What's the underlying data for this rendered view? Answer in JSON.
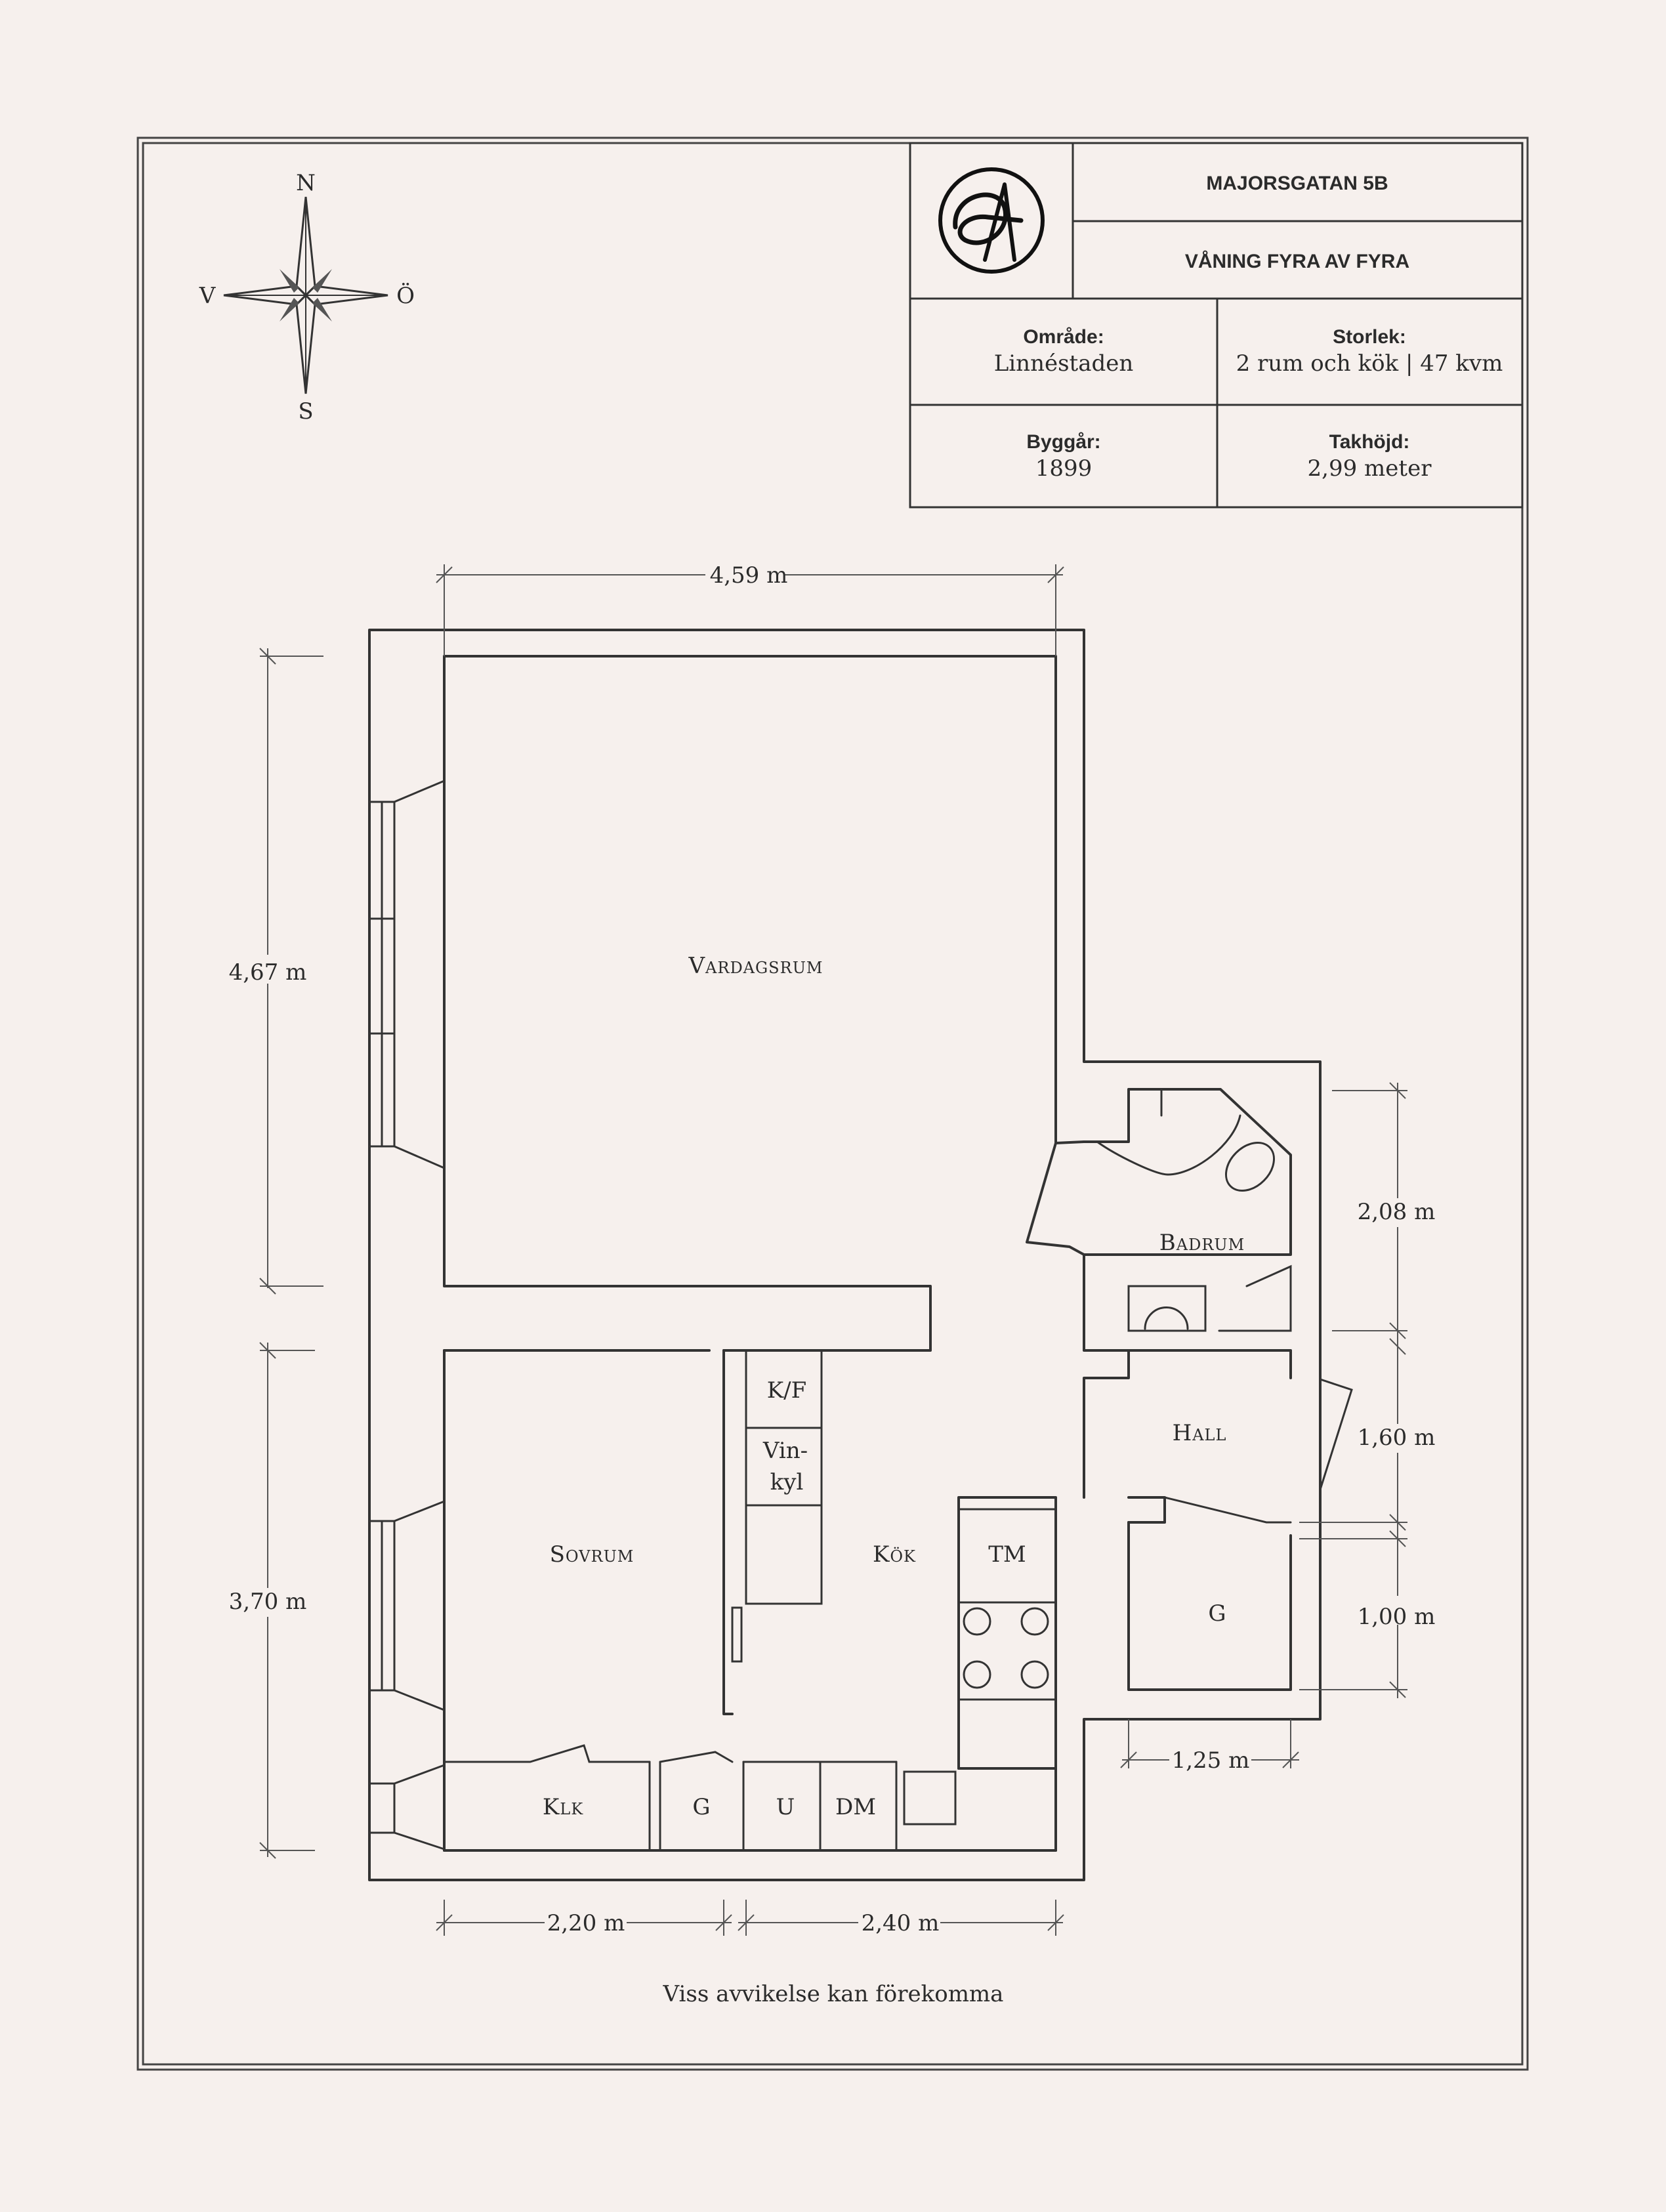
{
  "title_block": {
    "address": "MAJORSGATAN 5B",
    "floor": "VÅNING FYRA AV FYRA",
    "area_label": "Område:",
    "area_value": "Linnéstaden",
    "size_label": "Storlek:",
    "size_value": "2 rum och kök | 47 kvm",
    "built_label": "Byggår:",
    "built_value": "1899",
    "height_label": "Takhöjd:",
    "height_value": "2,99 meter",
    "logo_icon": "monogram-logo-icon"
  },
  "compass": {
    "n": "N",
    "s": "S",
    "e": "Ö",
    "w": "V",
    "icon": "compass-rose-icon"
  },
  "rooms": {
    "vardagsrum": "Vardagsrum",
    "sovrum": "Sovrum",
    "kok": "Kök",
    "badrum": "Badrum",
    "hall": "Hall",
    "klk": "Klk",
    "g_closet": "G",
    "g_room": "G",
    "u": "U",
    "dm": "DM",
    "tm": "TM",
    "kf": "K/F",
    "vinkyl_1": "Vin-",
    "vinkyl_2": "kyl"
  },
  "dimensions": {
    "top": "4,59 m",
    "left_upper": "4,67 m",
    "left_lower": "3,70 m",
    "bottom_left": "2,20 m",
    "bottom_right": "2,40 m",
    "right_upper": "2,08 m",
    "right_middle": "1,60 m",
    "right_lower": "1,00 m",
    "bottom_g": "1,25 m"
  },
  "disclaimer": "Viss avvikelse kan förekomma"
}
